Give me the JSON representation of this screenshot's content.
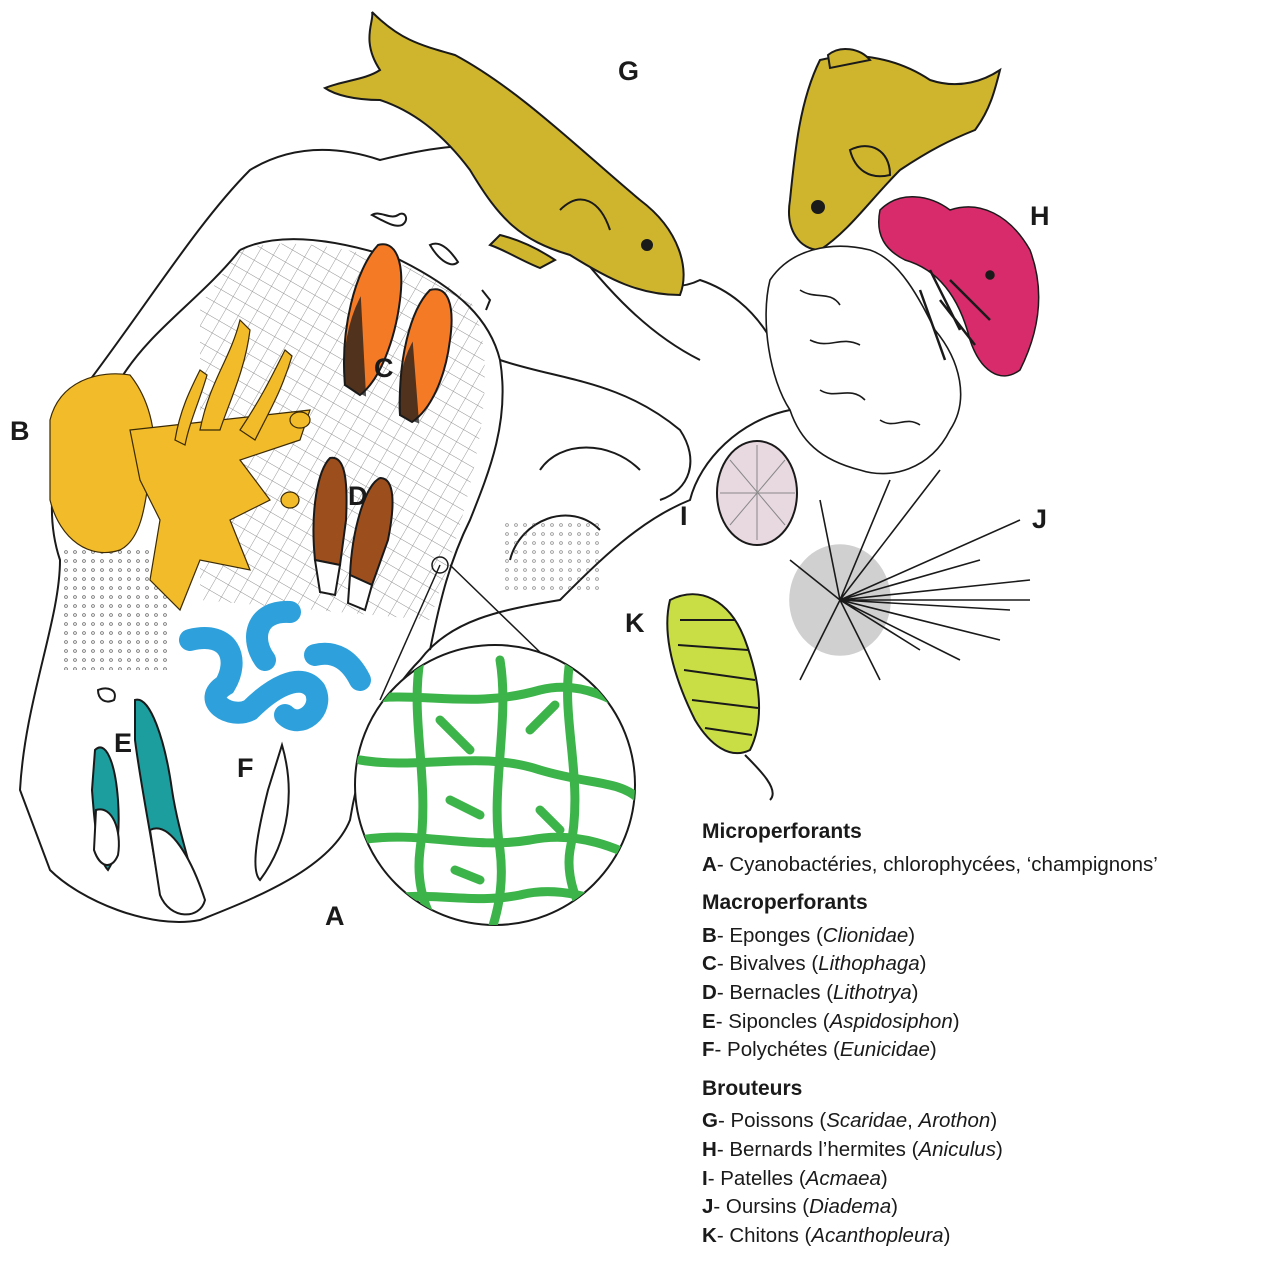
{
  "labels": {
    "A": "A",
    "B": "B",
    "C": "C",
    "D": "D",
    "E": "E",
    "F": "F",
    "G": "G",
    "H": "H",
    "I": "I",
    "J": "J",
    "K": "K"
  },
  "colors": {
    "sponge_B": "#f2bb2a",
    "bivalve_C": "#f57a26",
    "barnacle_D": "#9c4f1d",
    "sipuncula_E": "#1d9e9e",
    "polychaete_F": "#2ea1dc",
    "algae_A": "#3cb44a",
    "fish_G": "#cfb52e",
    "hermit_H": "#d82b6c",
    "limpet_I": "#e8d8e0",
    "chiton_K": "#c9de45",
    "line": "#1a1a1a"
  },
  "legend": {
    "groups": [
      {
        "title": "Microperforants",
        "items": [
          {
            "code": "A",
            "text": "- Cyanobactéries, chlorophycées, ‘champignons’",
            "taxa": "",
            "taxa2": "",
            "close": ""
          }
        ]
      },
      {
        "title": "Macroperforants",
        "items": [
          {
            "code": "B",
            "text": "- Eponges (",
            "taxa": "Clionidae",
            "sep": "",
            "taxa2": "",
            "close": ")"
          },
          {
            "code": "C",
            "text": "- Bivalves (",
            "taxa": "Lithophaga",
            "sep": "",
            "taxa2": "",
            "close": ")"
          },
          {
            "code": "D",
            "text": "- Bernacles (",
            "taxa": "Lithotrya",
            "sep": "",
            "taxa2": "",
            "close": ")"
          },
          {
            "code": "E",
            "text": "- Siponcles (",
            "taxa": "Aspidosiphon",
            "sep": "",
            "taxa2": "",
            "close": ")"
          },
          {
            "code": "F",
            "text": "- Polychétes (",
            "taxa": "Eunicidae",
            "sep": "",
            "taxa2": "",
            "close": ")"
          }
        ]
      },
      {
        "title": "Brouteurs",
        "items": [
          {
            "code": "G",
            "text": "- Poissons (",
            "taxa": "Scaridae",
            "sep": ", ",
            "taxa2": "Arothon",
            "close": ")"
          },
          {
            "code": "H",
            "text": "- Bernards l’hermites (",
            "taxa": "Aniculus",
            "sep": "",
            "taxa2": "",
            "close": ")"
          },
          {
            "code": "I",
            "text": "- Patelles (",
            "taxa": "Acmaea",
            "sep": "",
            "taxa2": "",
            "close": ")"
          },
          {
            "code": "J",
            "text": "- Oursins (",
            "taxa": "Diadema",
            "sep": "",
            "taxa2": "",
            "close": ")"
          },
          {
            "code": "K",
            "text": "- Chitons (",
            "taxa": "Acanthopleura",
            "sep": "",
            "taxa2": "",
            "close": ")"
          }
        ]
      }
    ]
  }
}
